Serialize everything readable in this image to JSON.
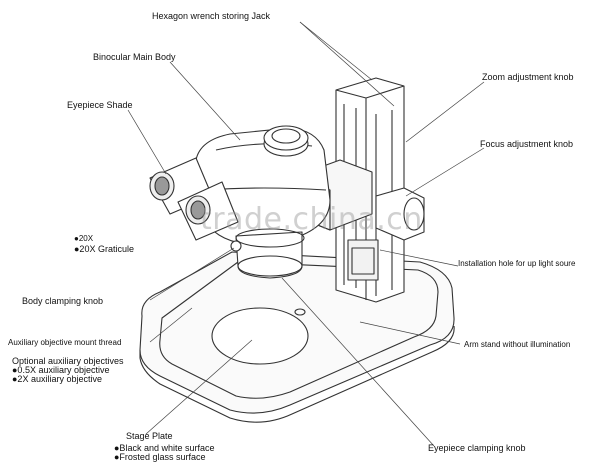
{
  "labels": {
    "hex_jack": "Hexagon wrench storing Jack",
    "binocular": "Binocular Main Body",
    "eyepiece_shade": "Eyepiece Shade",
    "zoom_knob": "Zoom adjustment knob",
    "focus_knob": "Focus adjustment knob",
    "graticule_partial": "●20X",
    "graticule": "●20X Graticule",
    "install_hole": "Installation hole for up light soure",
    "body_clamp": "Body clamping knob",
    "aux_thread": "Auxiliary objective mount thread",
    "arm_stand": "Arm stand without illumination",
    "optional_aux": "Optional auxiliary objectives",
    "aux_05": "●0.5X auxiliary objective",
    "aux_2": "●2X auxiliary objective",
    "stage_plate": "Stage Plate",
    "stage_bw": "●Black and white surface",
    "stage_frosted": "●Frosted glass surface",
    "eyepiece_clamp": "Eyepiece clamping knob"
  },
  "watermark": "trade.china.cn",
  "colors": {
    "line": "#333333",
    "shade": "#bdbdbd",
    "watermark": "#969696"
  }
}
